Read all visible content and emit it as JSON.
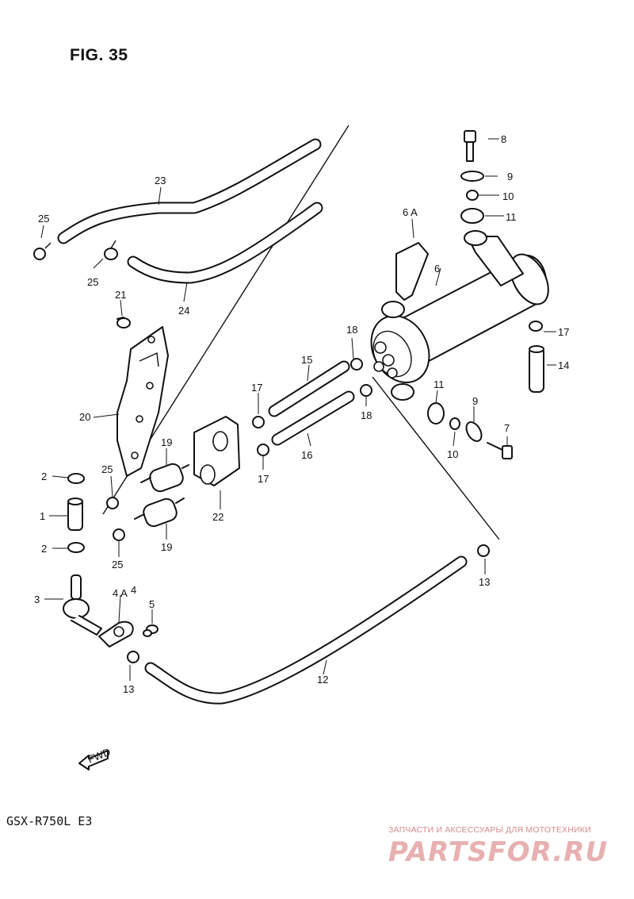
{
  "figure": {
    "title": "FIG. 35",
    "model": "GSX-R750L  E3"
  },
  "watermark": {
    "text": "ЗАПЧАСТИ И АКСЕССУАРЫ ДЛЯ МОТОТЕХНИКИ",
    "logo": "PARTSFOR.RU"
  },
  "fwd_label": "FWD",
  "callouts": {
    "c1": "1",
    "c2a": "2",
    "c2b": "2",
    "c3": "3",
    "c4": "4",
    "c4a": "4 A",
    "c5": "5",
    "c6": "6",
    "c6a": "6 A",
    "c7": "7",
    "c8": "8",
    "c9a": "9",
    "c9b": "9",
    "c10a": "10",
    "c10b": "10",
    "c11a": "11",
    "c11b": "11",
    "c12": "12",
    "c13a": "13",
    "c13b": "13",
    "c14": "14",
    "c15": "15",
    "c16": "16",
    "c17a": "17",
    "c17b": "17",
    "c17c": "17",
    "c18a": "18",
    "c18b": "18",
    "c19a": "19",
    "c19b": "19",
    "c20": "20",
    "c21": "21",
    "c22": "22",
    "c23": "23",
    "c24": "24",
    "c25a": "25",
    "c25b": "25",
    "c25c": "25",
    "c25d": "25"
  }
}
